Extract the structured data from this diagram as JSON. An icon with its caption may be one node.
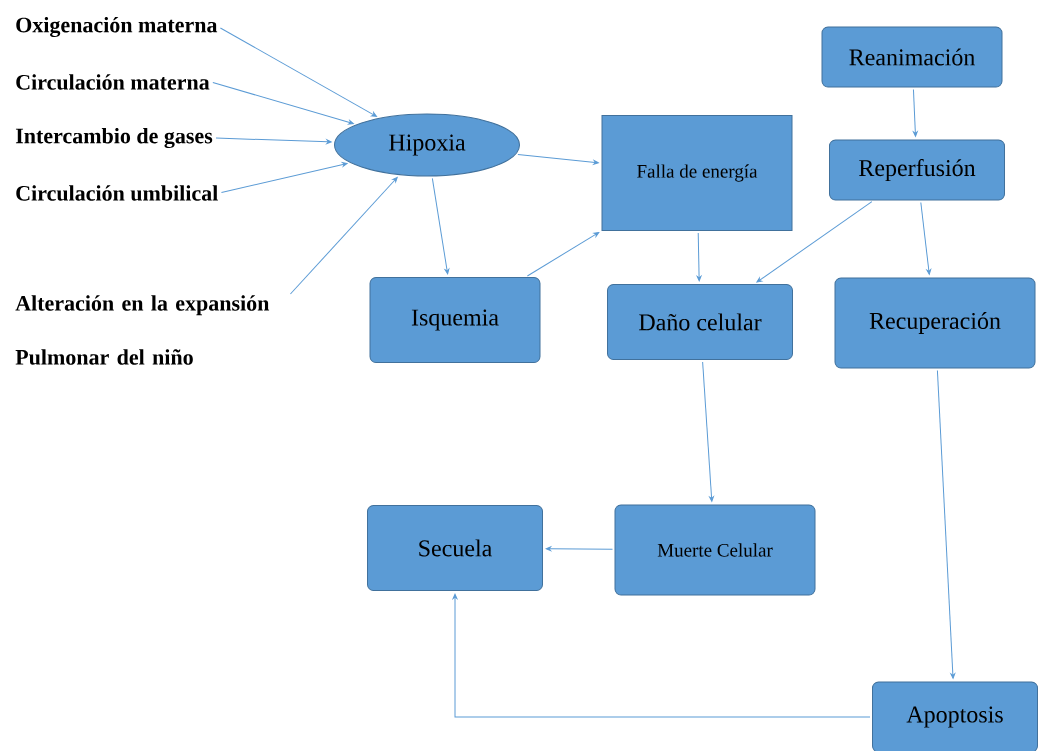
{
  "diagram": {
    "nodes": [
      {
        "text": [
          "Oxigenación materna"
        ]
      },
      {
        "text": [
          "Circulación materna"
        ]
      },
      {
        "text": [
          "Intercambio de gases"
        ]
      },
      {
        "text": [
          "Circulación umbilical"
        ]
      },
      {
        "text": [
          "Alteración en la expansión Pulmonar del niño"
        ]
      },
      {
        "text": [
          "Hipoxia"
        ]
      },
      {
        "text": [
          "Reanimación"
        ]
      },
      {
        "text": [
          "Falla de energía"
        ]
      },
      {
        "text": [
          "Reperfusión"
        ]
      },
      {
        "text": [
          "Isquemia"
        ]
      },
      {
        "text": [
          "Daño celular"
        ]
      },
      {
        "text": [
          "Recuperación"
        ]
      },
      {
        "text": [
          "Secuela"
        ]
      },
      {
        "text": [
          "Muerte Celular"
        ]
      },
      {
        "text": [
          "Apoptosis"
        ]
      }
    ],
    "edges": [
      {
        "from": 0,
        "to": 5,
        "arrow": "to"
      },
      {
        "from": 1,
        "to": 5,
        "arrow": "to"
      },
      {
        "from": 2,
        "to": 5,
        "arrow": "to"
      },
      {
        "from": 3,
        "to": 5,
        "arrow": "to"
      },
      {
        "from": 4,
        "to": 5,
        "arrow": "to"
      },
      {
        "from": 5,
        "to": 7,
        "arrow": "to"
      },
      {
        "from": 5,
        "to": 9,
        "arrow": "to"
      },
      {
        "from": 9,
        "to": 7,
        "arrow": "to"
      },
      {
        "from": 6,
        "to": 8,
        "arrow": "to"
      },
      {
        "from": 7,
        "to": 10,
        "arrow": "to"
      },
      {
        "from": 8,
        "to": 10,
        "arrow": "to"
      },
      {
        "from": 8,
        "to": 11,
        "arrow": "to"
      },
      {
        "from": 10,
        "to": 13,
        "arrow": "to"
      },
      {
        "from": 11,
        "to": 14,
        "arrow": "to"
      },
      {
        "from": 13,
        "to": 12,
        "arrow": "to"
      },
      {
        "from": 14,
        "to": 12,
        "arrow": "to"
      }
    ]
  }
}
